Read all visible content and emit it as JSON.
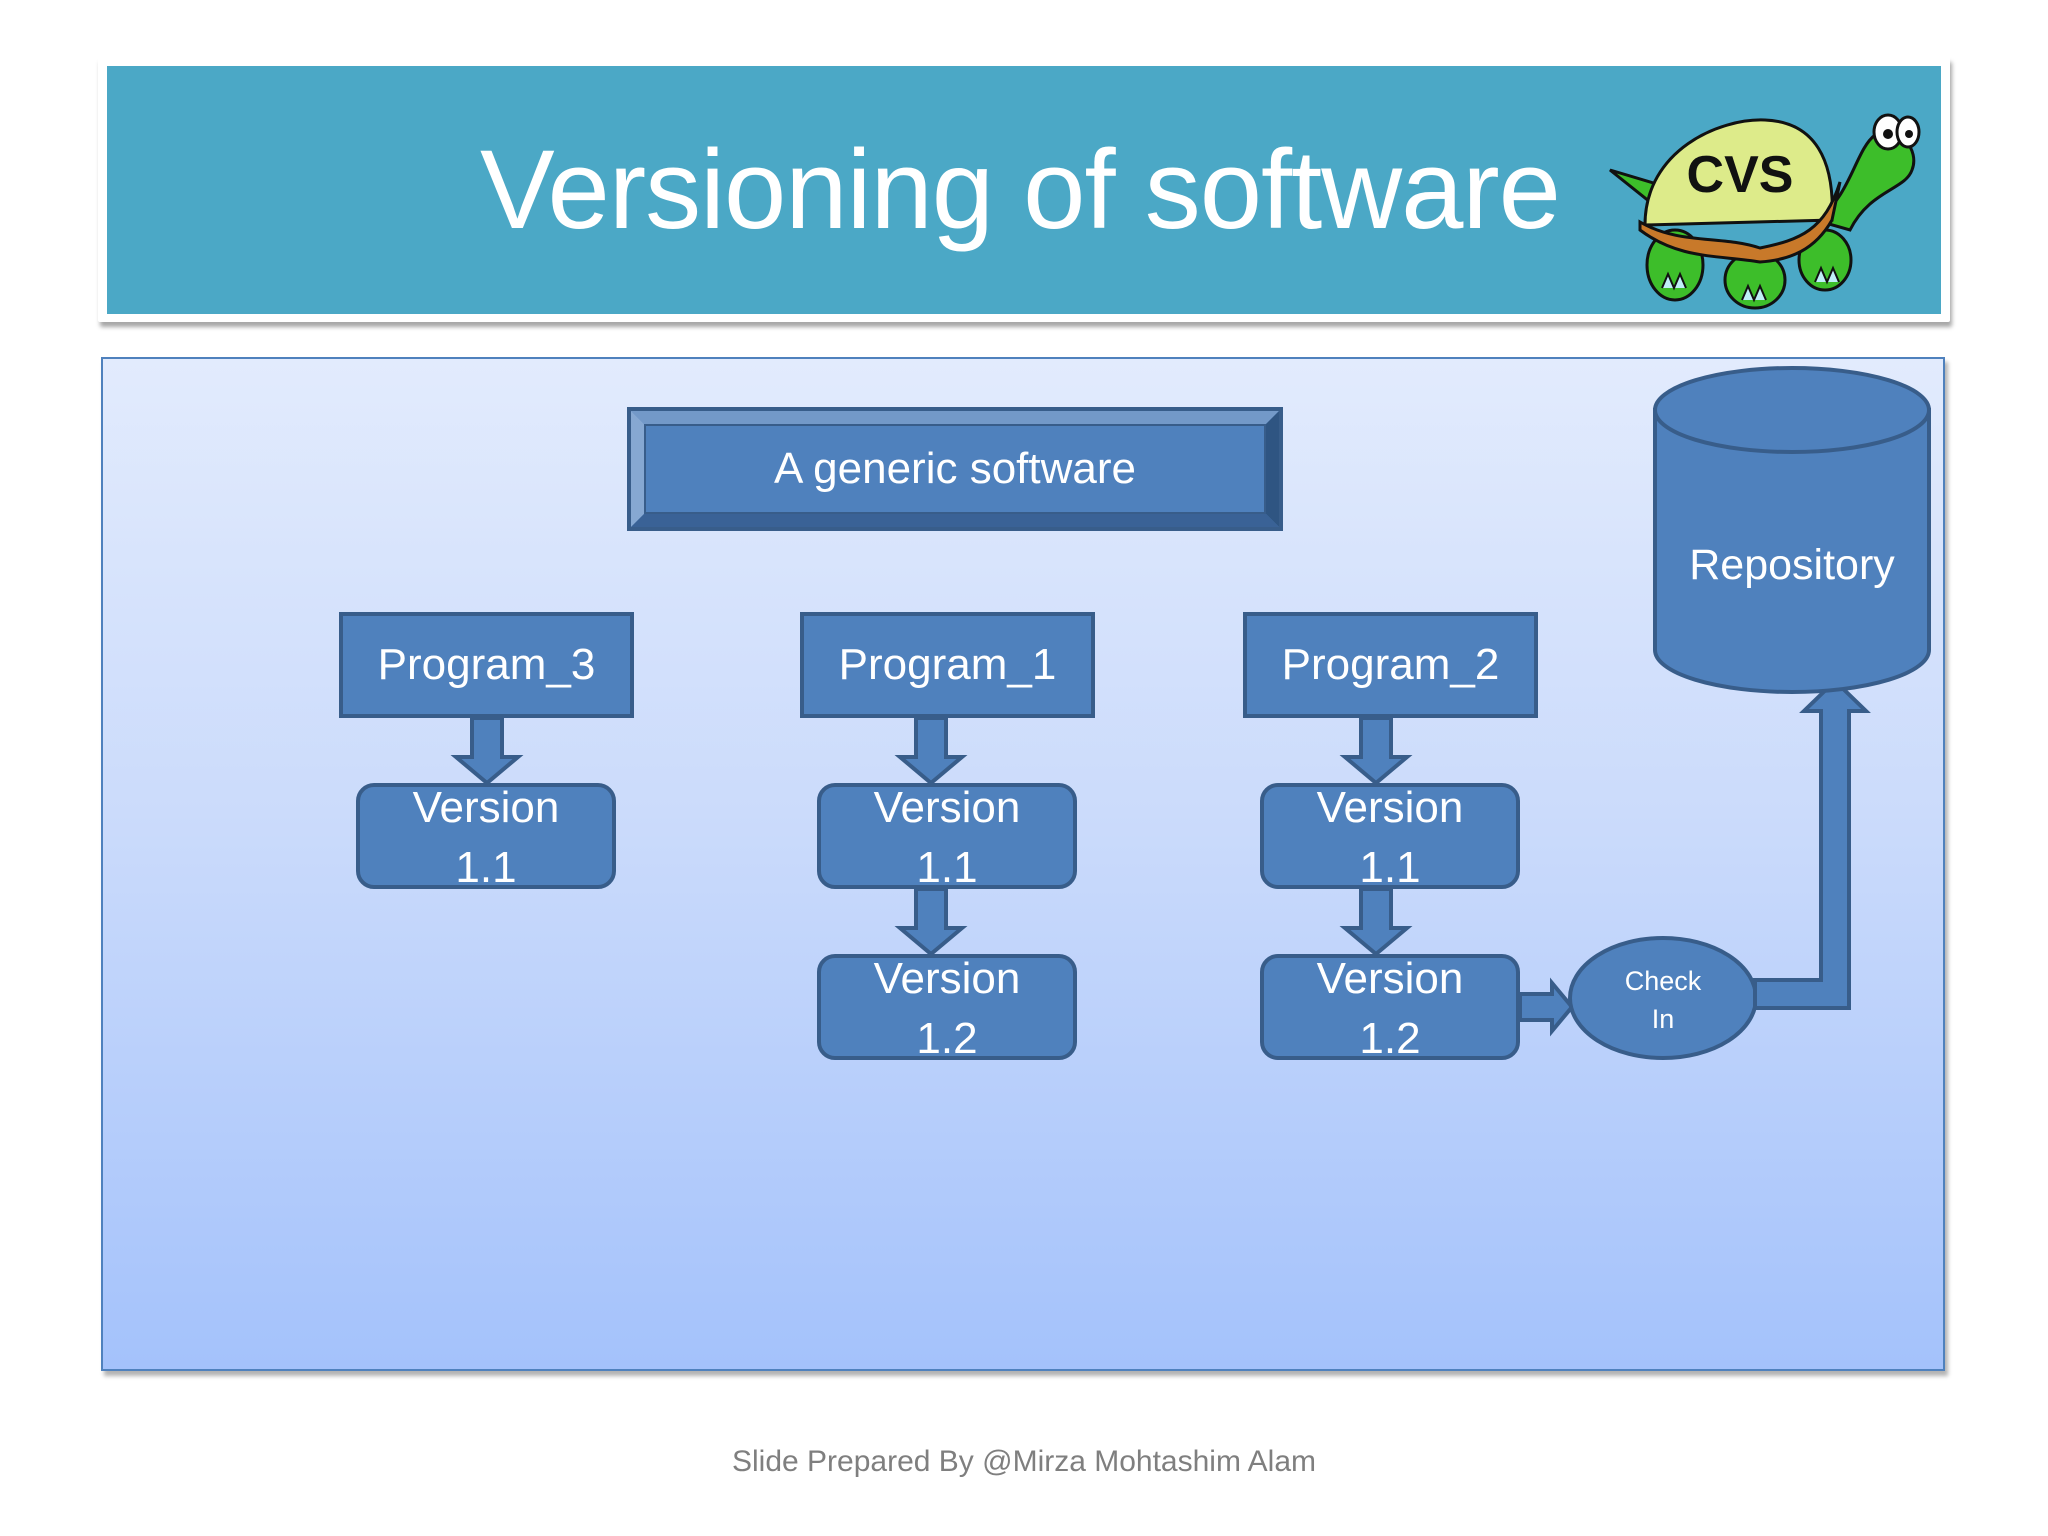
{
  "slide": {
    "title": "Versioning of software",
    "logo": {
      "text": "CVS",
      "icon": "cvs-turtle-icon"
    },
    "footer": "Slide Prepared By @Mirza Mohtashim Alam"
  },
  "diagram": {
    "root": "A generic software",
    "programs": [
      {
        "name": "Program_3",
        "versions": [
          [
            "Version",
            "1.1"
          ]
        ]
      },
      {
        "name": "Program_1",
        "versions": [
          [
            "Version",
            "1.1"
          ],
          [
            "Version",
            "1.2"
          ]
        ]
      },
      {
        "name": "Program_2",
        "versions": [
          [
            "Version",
            "1.1"
          ],
          [
            "Version",
            "1.2"
          ]
        ]
      }
    ],
    "check_in": [
      "Check",
      "In"
    ],
    "repository": "Repository"
  },
  "colors": {
    "header": "#4BA8C6",
    "shape_fill": "#4F81BD",
    "shape_stroke": "#385D8A",
    "panel_top": "#E2EBFD",
    "panel_bottom": "#A4C2FB",
    "footer_text": "#7F7F7F"
  }
}
